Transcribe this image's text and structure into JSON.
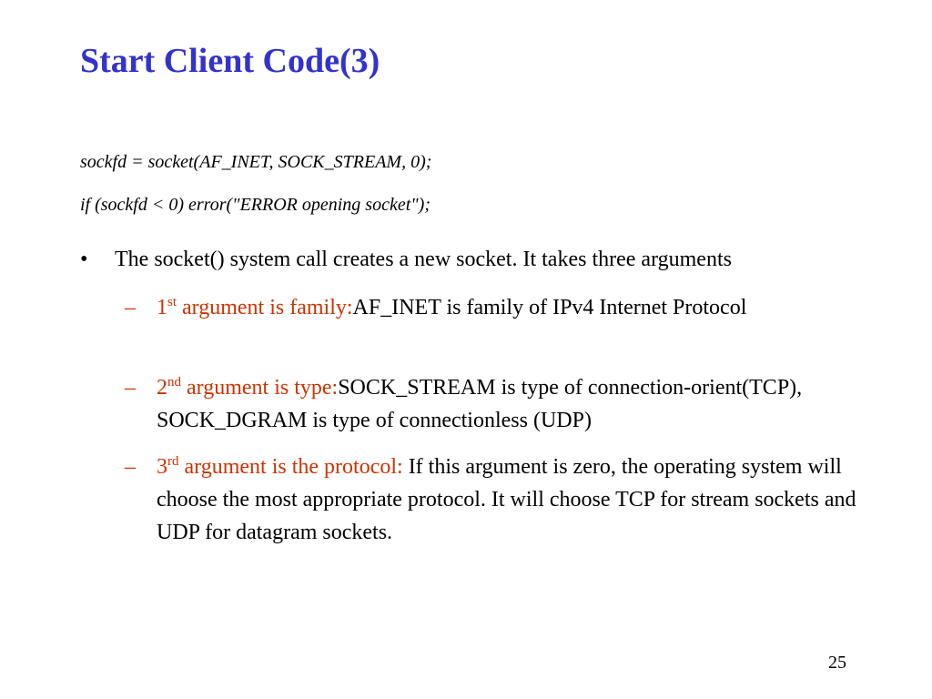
{
  "slide": {
    "title": "Start Client Code(3)",
    "code_lines": [
      "sockfd = socket(AF_INET, SOCK_STREAM, 0);",
      "if (sockfd < 0) error(\"ERROR opening socket\");"
    ],
    "bullet": {
      "marker": "•",
      "text": "The socket() system call creates a new socket. It takes three arguments"
    },
    "sub_bullets": [
      {
        "marker": "–",
        "number": "1",
        "ordinal": "st",
        "highlight": " argument is family:",
        "text": "AF_INET  is family of IPv4 Internet Protocol"
      },
      {
        "marker": "–",
        "number": "2",
        "ordinal": "nd",
        "highlight": " argument is type:",
        "text": "SOCK_STREAM is type of connection-orient(TCP), SOCK_DGRAM is type of connectionless (UDP)"
      },
      {
        "marker": "–",
        "number": "3",
        "ordinal": "rd",
        "highlight": "  argument is the protocol: ",
        "text": "If this argument is zero, the operating system will choose the most appropriate protocol. It will choose TCP for stream sockets and UDP for datagram sockets."
      }
    ],
    "page_number": "25",
    "colors": {
      "title": "#3333cc",
      "highlight": "#cc3300",
      "text": "#000000"
    }
  }
}
